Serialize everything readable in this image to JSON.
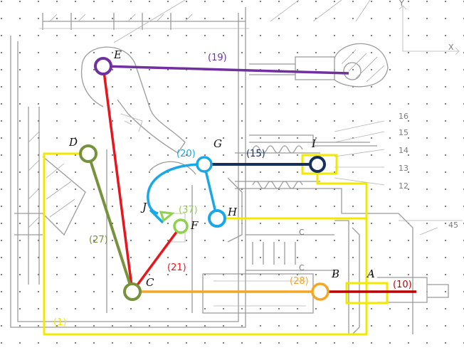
{
  "axes": {
    "y_label": "Y",
    "x_label": "X"
  },
  "callouts": [
    "16",
    "15",
    "14",
    "13",
    "12",
    "45"
  ],
  "points": {
    "A": "A",
    "B": "B",
    "C": "C",
    "D": "D",
    "E": "E",
    "F": "F",
    "G": "G",
    "H": "H",
    "I": "I",
    "J": "J"
  },
  "links": {
    "l1": "(1)",
    "l10": "(10)",
    "l15": "(15)",
    "l19": "(19)",
    "l20": "(20)",
    "l21": "(21)",
    "l27": "(27)",
    "l28": "(28)",
    "l37": "(37)"
  },
  "flow_labels": {
    "c1": "C",
    "c2": "C"
  },
  "colors": {
    "yellow": "#f2e800",
    "purple": "#7030a0",
    "red": "#e8161c",
    "olive": "#76923c",
    "cyan": "#1aa7e8",
    "navy": "#16305e",
    "orange": "#f5a623",
    "darkred": "#c00000",
    "lightgreen": "#8fd14f"
  }
}
